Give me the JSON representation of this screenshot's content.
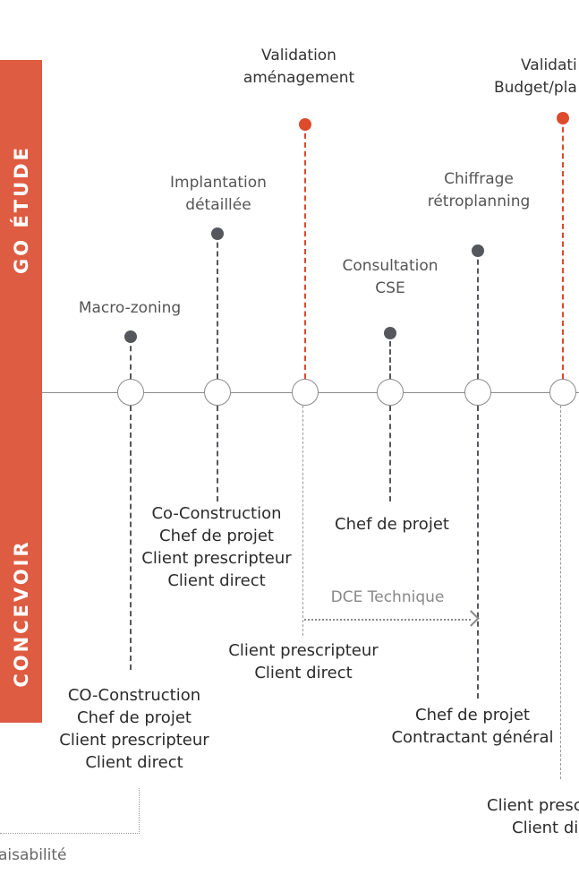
{
  "bands": {
    "top": "GO ÉTUDE",
    "bottom": "CONCEVOIR"
  },
  "milestones": {
    "macro_zoning": "Macro-zoning",
    "implantation_l1": "Implantation",
    "implantation_l2": "détaillée",
    "validation_amenagement_l1": "Validation",
    "validation_amenagement_l2": "aménagement",
    "consultation_l1": "Consultation",
    "consultation_l2": "CSE",
    "chiffrage_l1": "Chiffrage",
    "chiffrage_l2": "rétroplanning",
    "validation_budget_l1": "Validati",
    "validation_budget_l2": "Budget/pla"
  },
  "actors": {
    "col1": [
      "CO-Construction",
      "Chef de projet",
      "Client prescripteur",
      "Client direct"
    ],
    "col2": [
      "Co-Construction",
      "Chef de projet",
      "Client prescripteur",
      "Client direct"
    ],
    "col3": [
      "Client prescripteur",
      "Client direct"
    ],
    "col4": [
      "Chef de projet"
    ],
    "col5": [
      "Chef de projet",
      "Contractant général"
    ],
    "col6": [
      "Client presc",
      "Client di"
    ]
  },
  "arrow_label": "DCE Technique",
  "bottom_text": "aisabilité",
  "colors": {
    "band": "#dd5c42",
    "accent_dot": "#dd4a2c",
    "neutral_dot": "#55575c"
  }
}
